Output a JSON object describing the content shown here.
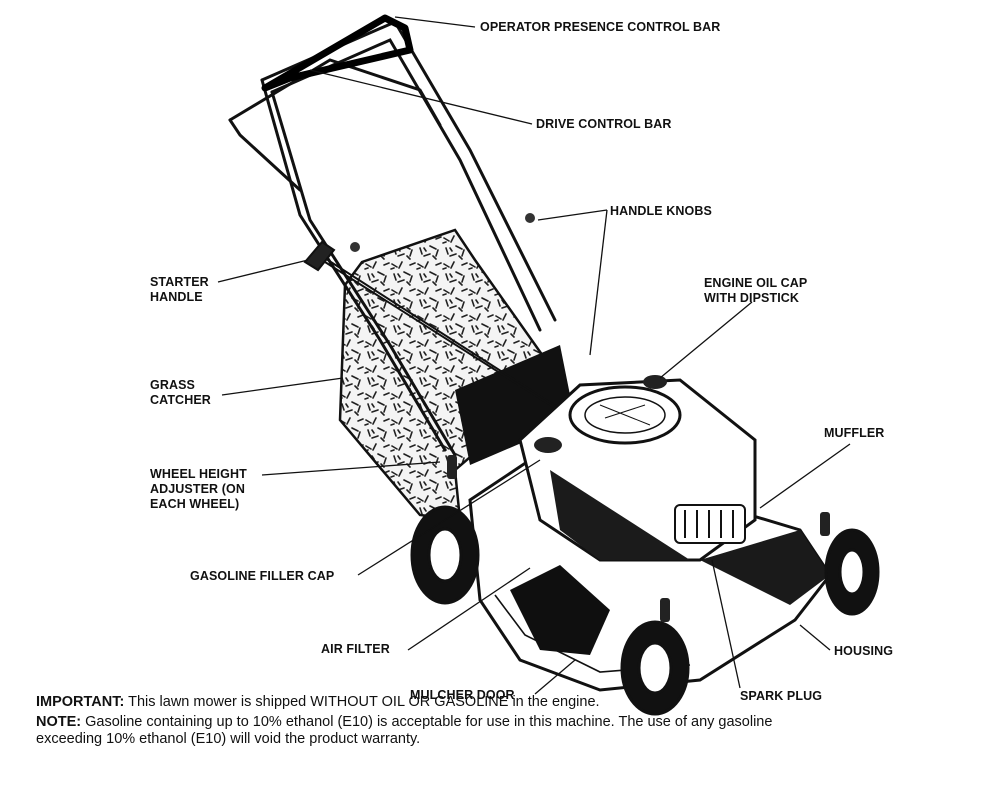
{
  "labels": {
    "operator_presence_control_bar": "OPERATOR PRESENCE CONTROL BAR",
    "drive_control_bar": "DRIVE CONTROL BAR",
    "handle_knobs": "HANDLE KNOBS",
    "starter_handle": "STARTER\nHANDLE",
    "engine_oil_cap": "ENGINE OIL CAP\nWITH DIPSTICK",
    "grass_catcher": "GRASS\nCATCHER",
    "muffler": "MUFFLER",
    "wheel_height_adjuster": "WHEEL HEIGHT\nADJUSTER (ON\nEACH WHEEL)",
    "gasoline_filler_cap": "GASOLINE FILLER CAP",
    "air_filter": "AIR FILTER",
    "housing": "HOUSING",
    "mulcher_door": "MULCHER DOOR",
    "spark_plug": "SPARK PLUG"
  },
  "notes": {
    "important_label": "IMPORTANT:",
    "important_text": " This lawn mower is shipped WITHOUT OIL OR GASOLINE in the engine.",
    "note_label": "NOTE:",
    "note_text": " Gasoline containing up to 10% ethanol (E10) is acceptable for use in this machine. The use of any gasoline exceeding 10% ethanol (E10) will void the product warranty."
  }
}
